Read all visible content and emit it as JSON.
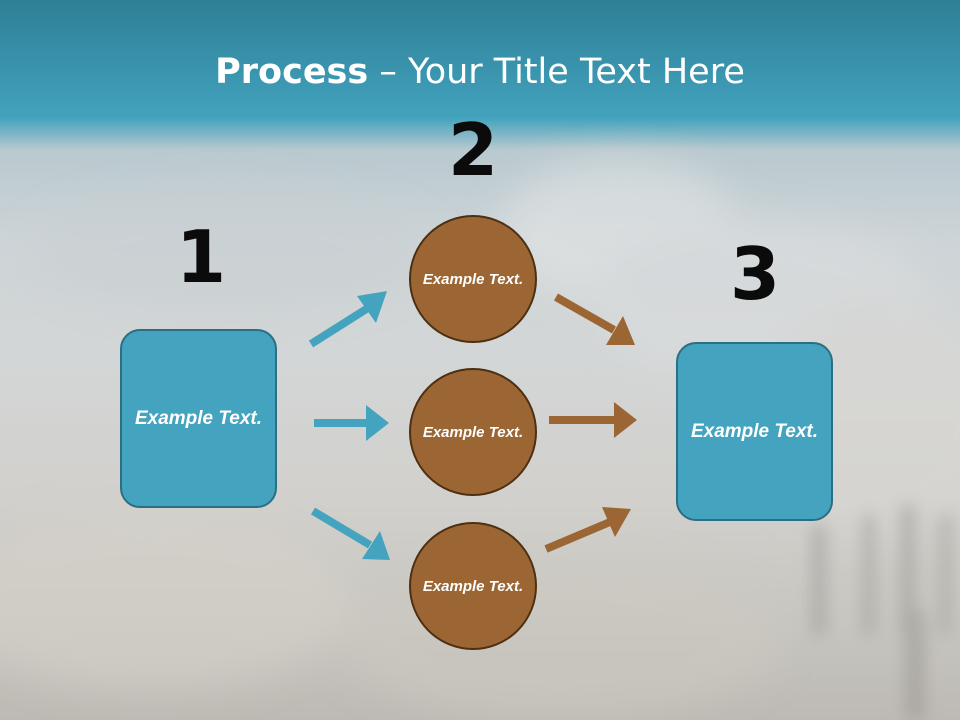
{
  "title": {
    "bold": "Process",
    "rest": " – Your Title Text Here"
  },
  "steps": [
    "1",
    "2",
    "3"
  ],
  "box_left": {
    "text": "Example Text."
  },
  "box_right": {
    "text": "Example Text."
  },
  "circles": [
    {
      "text": "Example Text."
    },
    {
      "text": "Example Text."
    },
    {
      "text": "Example Text."
    }
  ],
  "colors": {
    "blue": "#44a3be",
    "blue_border": "#2b6f85",
    "brown": "#9b6634",
    "brown_border": "#4d2f12",
    "title_bar": "#3a94ae"
  }
}
